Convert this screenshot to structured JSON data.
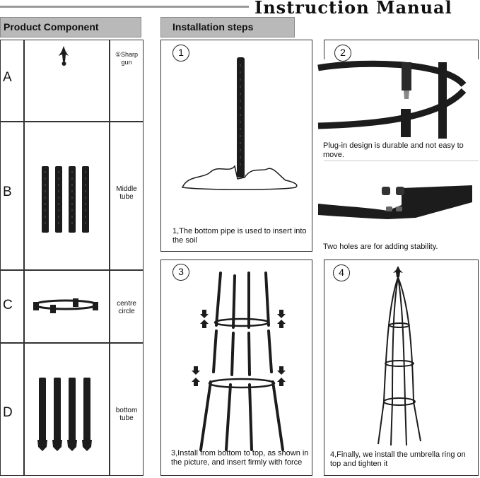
{
  "header": {
    "title": "Instruction Manual"
  },
  "sections": {
    "components_label": "Product Component",
    "steps_label": "Installation steps"
  },
  "components": [
    {
      "row": "A",
      "name": "①Sharp gun"
    },
    {
      "row": "B",
      "name": "Middle tube"
    },
    {
      "row": "C",
      "name": "centre circle"
    },
    {
      "row": "D",
      "name": "bottom tube"
    }
  ],
  "steps": [
    {
      "number": "1",
      "caption": "1,The bottom pipe is used to insert into the soil"
    },
    {
      "number": "2",
      "caption_top": "Plug-in design is durable and not easy to move.",
      "caption_bottom": "Two holes are for adding stability."
    },
    {
      "number": "3",
      "caption": "3,Install from bottom to top, as shown in the picture, and insert firmly with force"
    },
    {
      "number": "4",
      "caption": "4,Finally, we install the umbrella ring on top and tighten it"
    }
  ],
  "colors": {
    "header_bg": "#b9b9b9",
    "line": "#333333",
    "part": "#1c1c1c"
  }
}
